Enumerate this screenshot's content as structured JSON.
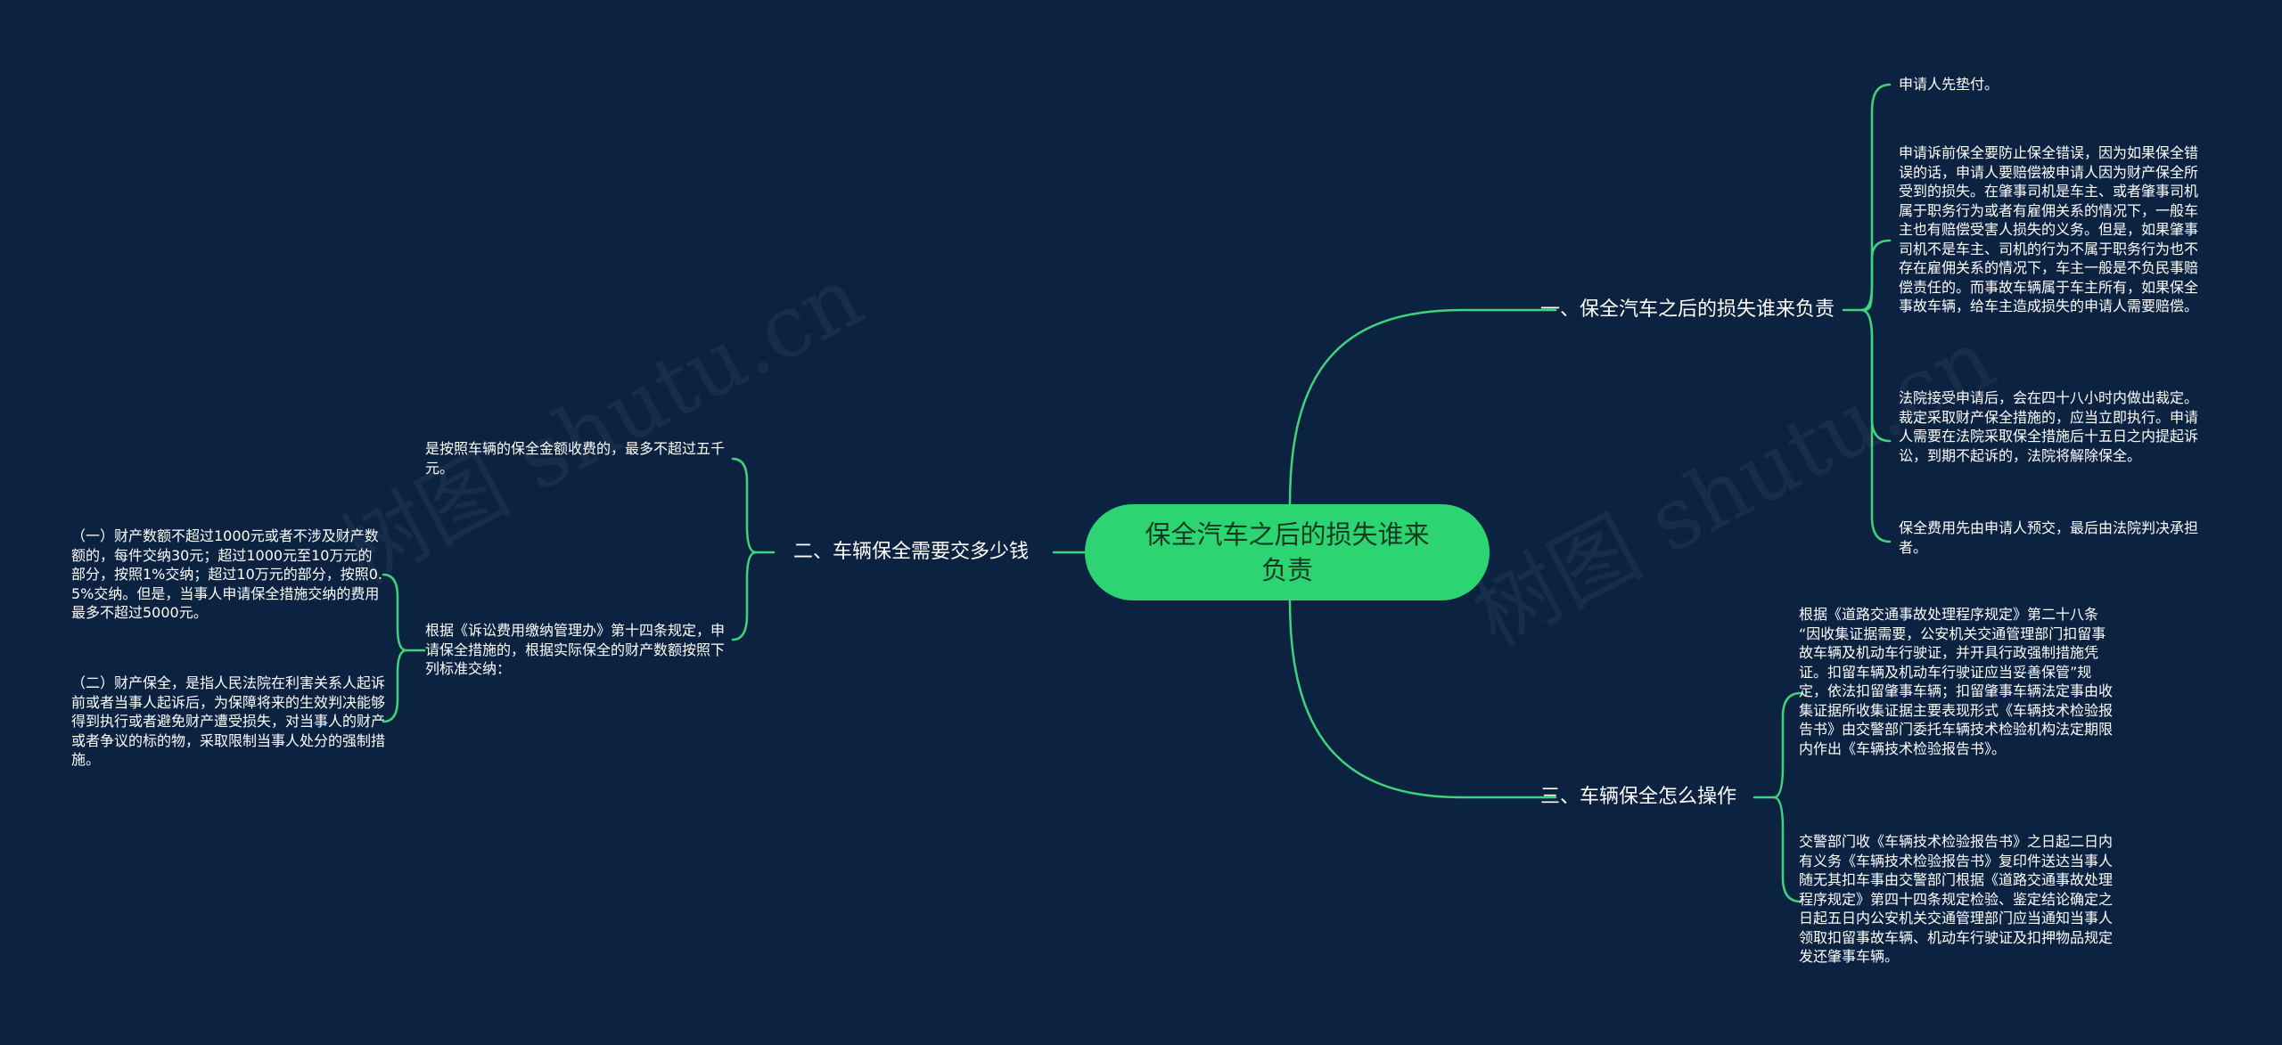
{
  "watermark_text": "树图 shutu.cn",
  "central": {
    "title": "保全汽车之后的损失谁来负责"
  },
  "branches": [
    {
      "title": "一、保全汽车之后的损失谁来负责",
      "items": [
        "申请人先垫付。",
        "申请诉前保全要防止保全错误，因为如果保全错误的话，申请人要赔偿被申请人因为财产保全所受到的损失。在肇事司机是车主、或者肇事司机属于职务行为或者有雇佣关系的情况下，一般车主也有赔偿受害人损失的义务。但是，如果肇事司机不是车主、司机的行为不属于职务行为也不存在雇佣关系的情况下，车主一般是不负民事赔偿责任的。而事故车辆属于车主所有，如果保全事故车辆，给车主造成损失的申请人需要赔偿。",
        "法院接受申请后，会在四十八小时内做出裁定。裁定采取财产保全措施的，应当立即执行。申请人需要在法院采取保全措施后十五日之内提起诉讼，到期不起诉的，法院将解除保全。",
        "保全费用先由申请人预交，最后由法院判决承担者。"
      ]
    },
    {
      "title": "二、车辆保全需要交多少钱",
      "items": [
        "是按照车辆的保全金额收费的，最多不超过五千元。",
        "根据《诉讼费用缴纳管理办》第十四条规定，申请保全措施的，根据实际保全的财产数额按照下列标准交纳："
      ],
      "subitems": [
        "（一）财产数额不超过1000元或者不涉及财产数额的，每件交纳30元；超过1000元至10万元的部分，按照1%交纳；超过10万元的部分，按照0.5%交纳。但是，当事人申请保全措施交纳的费用最多不超过5000元。",
        "（二）财产保全，是指人民法院在利害关系人起诉前或者当事人起诉后，为保障将来的生效判决能够得到执行或者避免财产遭受损失，对当事人的财产或者争议的标的物，采取限制当事人处分的强制措施。"
      ]
    },
    {
      "title": "三、车辆保全怎么操作",
      "items": [
        "根据《道路交通事故处理程序规定》第二十八条 “因收集证据需要，公安机关交通管理部门扣留事故车辆及机动车行驶证，并开具行政强制措施凭证。扣留车辆及机动车行驶证应当妥善保管”规定，依法扣留肇事车辆；扣留肇事车辆法定事由收集证据所收集证据主要表现形式《车辆技术检验报告书》由交警部门委托车辆技术检验机构法定期限内作出《车辆技术检验报告书》。",
        "交警部门收《车辆技术检验报告书》之日起二日内有义务《车辆技术检验报告书》复印件送达当事人随无其扣车事由交警部门根据《道路交通事故处理程序规定》第四十四条规定检验、鉴定结论确定之日起五日内公安机关交通管理部门应当通知当事人领取扣留事故车辆、机动车行驶证及扣押物品规定发还肇事车辆。"
      ]
    }
  ],
  "colors": {
    "background": "#0b2240",
    "accent": "#2dd572",
    "line": "#3fd47a",
    "text": "#ffffff"
  }
}
